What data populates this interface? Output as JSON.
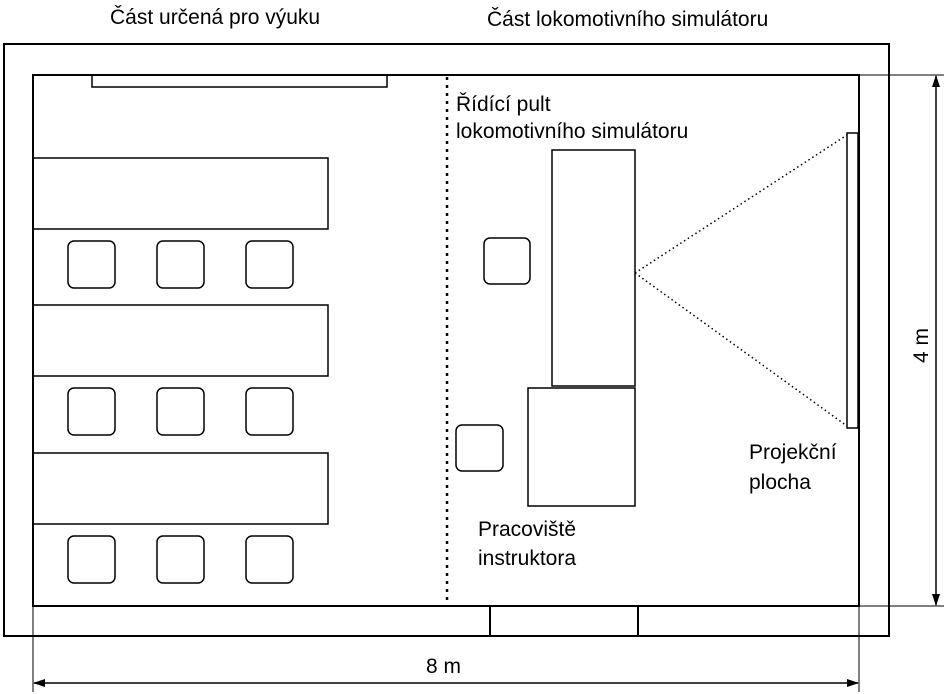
{
  "labels": {
    "teaching_part": "Část  určená pro výuku",
    "simulator_part": "Část lokomotivního simulátoru",
    "console_line1": "Řídící pult",
    "console_line2": "lokomotivního simulátoru",
    "projection_line1": "Projekční",
    "projection_line2": "plocha",
    "instructor_line1": "Pracoviště",
    "instructor_line2": "instruktora",
    "width_dimension": "8 m",
    "height_dimension": "4 m"
  },
  "colors": {
    "line": "#000000",
    "background": "#ffffff"
  }
}
